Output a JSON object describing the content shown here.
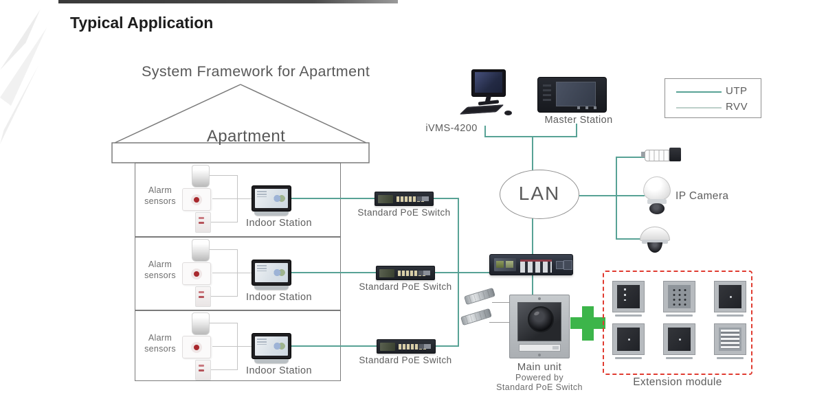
{
  "title": "Typical Application",
  "subtitle": "System Framework for Apartment",
  "house": {
    "label": "Apartment",
    "floors": [
      {
        "alarm_line1": "Alarm",
        "alarm_line2": "sensors",
        "station_label": "Indoor Station"
      },
      {
        "alarm_line1": "Alarm",
        "alarm_line2": "sensors",
        "station_label": "Indoor Station"
      },
      {
        "alarm_line1": "Alarm",
        "alarm_line2": "sensors",
        "station_label": "Indoor Station"
      }
    ]
  },
  "switches": {
    "labels": [
      "Standard PoE Switch",
      "Standard PoE Switch",
      "Standard PoE Switch"
    ]
  },
  "monitoring": {
    "ivms_label": "iVMS-4200",
    "master_label": "Master Station"
  },
  "network": {
    "lan_label": "LAN",
    "camera_label": "IP Camera"
  },
  "legend": {
    "utp_label": "UTP",
    "rvv_label": "RVV"
  },
  "main_unit": {
    "line1": "Main unit",
    "line2": "Powered by",
    "line3": "Standard PoE Switch"
  },
  "extension": {
    "label": "Extension module"
  },
  "colors": {
    "utp_line": "#57a295",
    "rvv_line": "#bccfc9",
    "extension_border": "#e03b30",
    "plus_green": "#3cb54a",
    "alarm_dot": "#a8282d"
  }
}
